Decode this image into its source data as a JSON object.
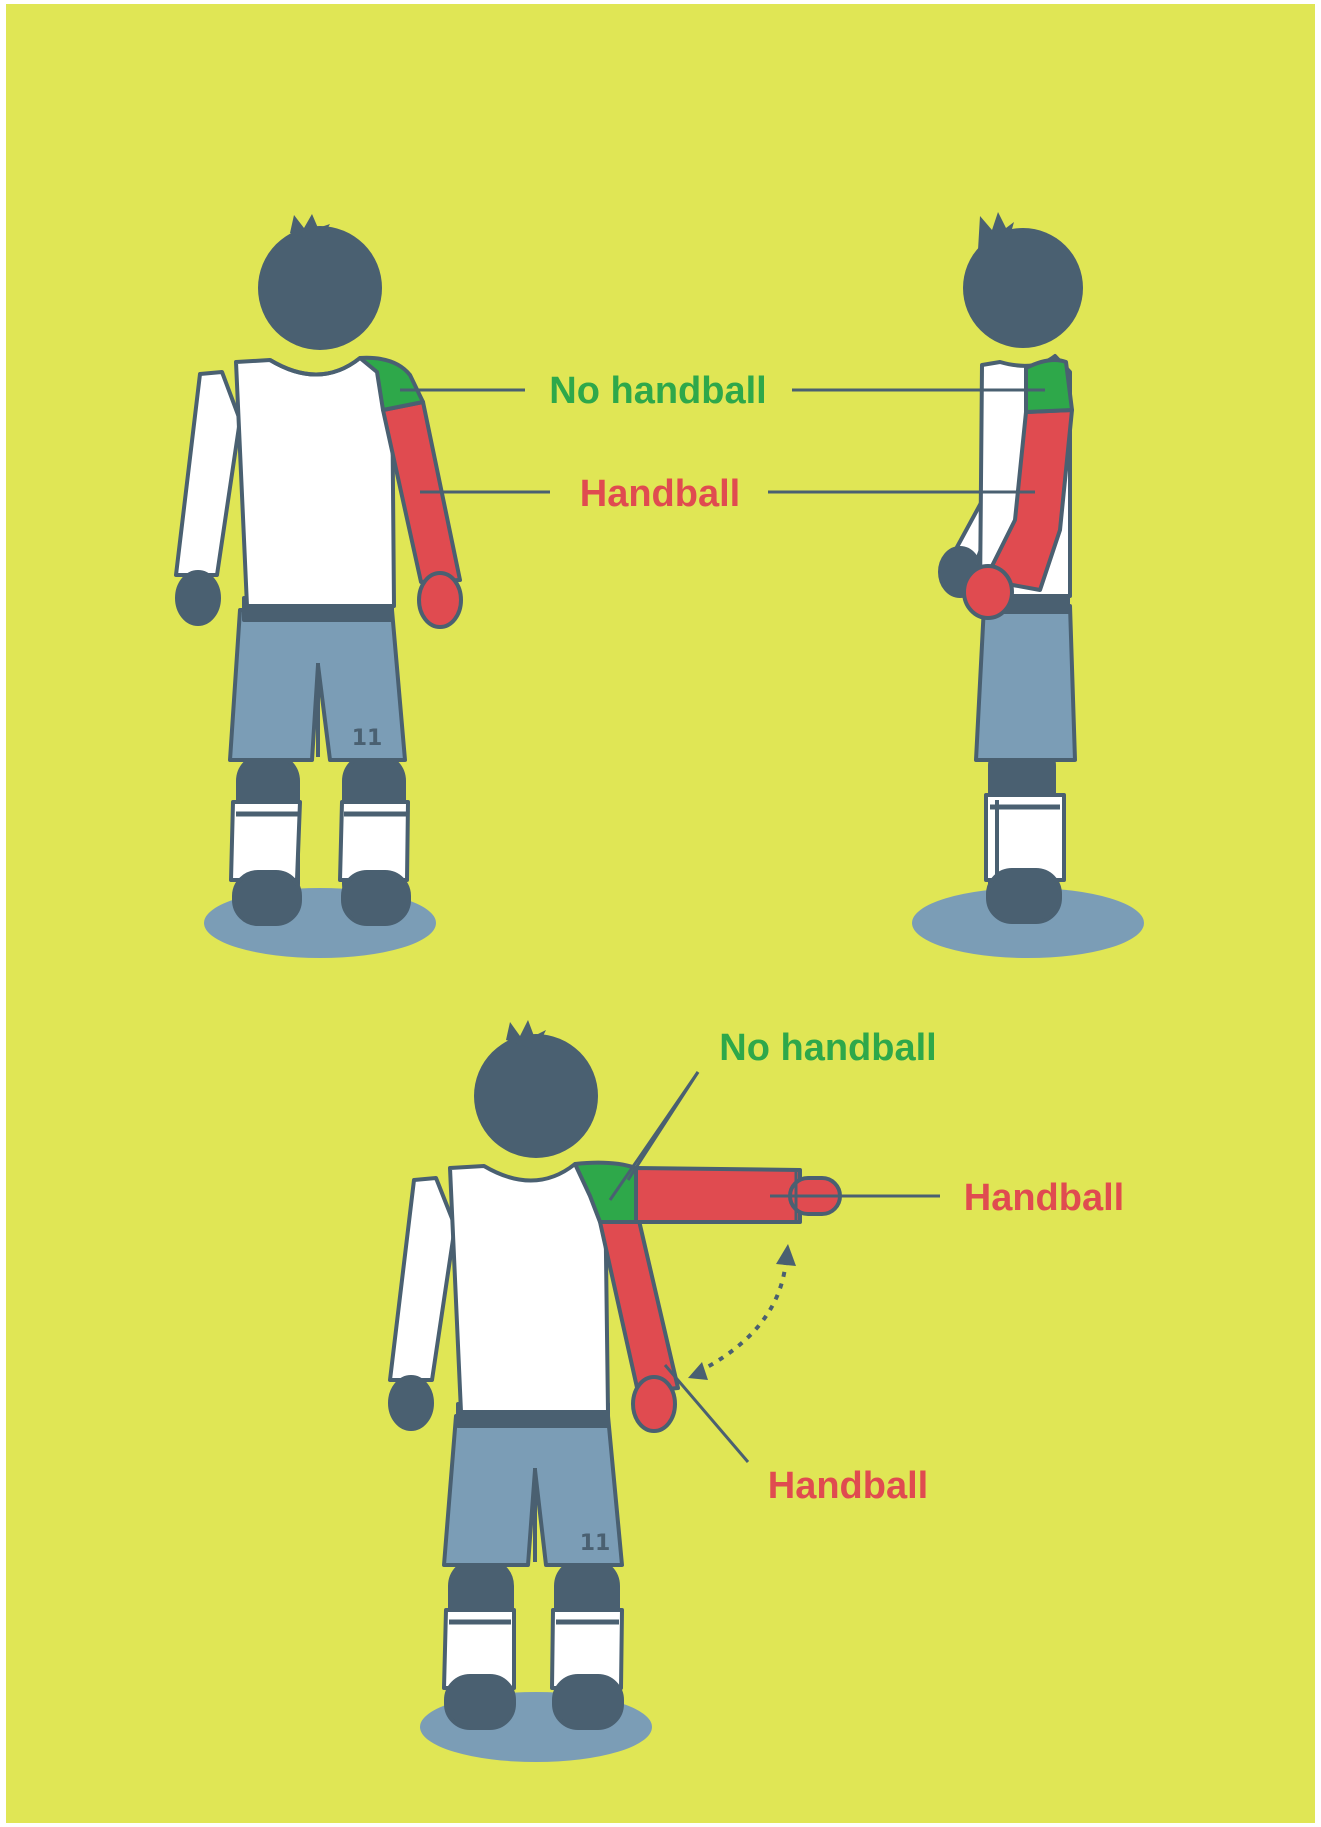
{
  "colors": {
    "background": "#e0e655",
    "outline": "#4a6071",
    "shirt": "#ffffff",
    "shorts": "#7b9db6",
    "shadow": "#7b9db6",
    "no_handball": "#2ea84a",
    "handball": "#e04b50"
  },
  "figures": {
    "back_view": {
      "shirt_number": "11"
    },
    "side_view": {},
    "raised_arm_view": {
      "shirt_number": "11"
    }
  },
  "labels": {
    "top_no_handball": "No handball",
    "top_handball": "Handball",
    "bottom_no_handball": "No handball",
    "bottom_handball_raised": "Handball",
    "bottom_handball_lowered": "Handball"
  }
}
